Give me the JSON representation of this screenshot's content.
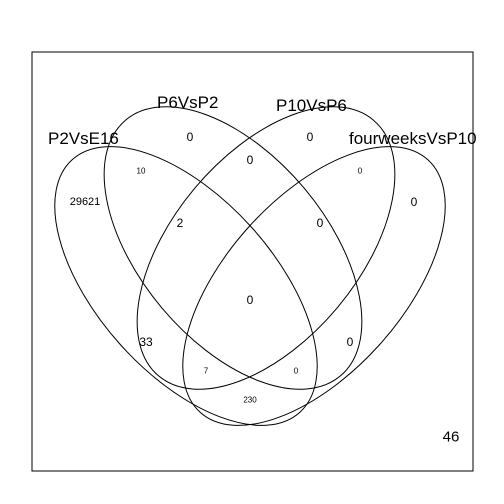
{
  "sets": [
    {
      "name": "P2VsE16"
    },
    {
      "name": "P6VsP2"
    },
    {
      "name": "P10VsP6"
    },
    {
      "name": "fourweeksVsP10"
    }
  ],
  "regions": [
    {
      "id": "only-p2vse16",
      "value": "29621"
    },
    {
      "id": "only-p6vsp2",
      "value": "0"
    },
    {
      "id": "only-p10vsp6",
      "value": "0"
    },
    {
      "id": "only-fourweeksvsp10",
      "value": "0"
    },
    {
      "id": "p2vse16-p6vsp2",
      "value": "10"
    },
    {
      "id": "p6vsp2-p10vsp6",
      "value": "0"
    },
    {
      "id": "p10vsp6-fourweeksvsp10",
      "value": "0"
    },
    {
      "id": "p2vse16-p6vsp2-p10vsp6",
      "value": "2"
    },
    {
      "id": "p6vsp2-p10vsp6-fourweeksvsp10",
      "value": "0"
    },
    {
      "id": "all-four",
      "value": "0"
    },
    {
      "id": "p2vse16-p10vsp6",
      "value": "33"
    },
    {
      "id": "p6vsp2-fourweeksvsp10",
      "value": "0"
    },
    {
      "id": "p2vse16-p10vsp6-fourweeksvsp10",
      "value": "7"
    },
    {
      "id": "p2vse16-p6vsp2-fourweeksvsp10",
      "value": "0"
    },
    {
      "id": "p2vse16-fourweeksvsp10",
      "value": "230"
    }
  ],
  "outside": {
    "value": "46"
  },
  "colors": {
    "stroke": "#000000",
    "background": "#ffffff",
    "text": "#000000"
  }
}
